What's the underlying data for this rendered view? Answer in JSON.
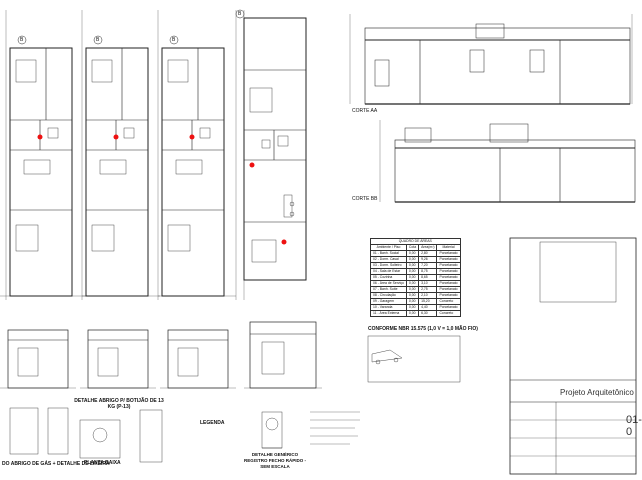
{
  "sheet": {
    "label": "Projeto Arquitetônico",
    "number": "01-0"
  },
  "axes": {
    "bubbles": [
      "B",
      "B",
      "B",
      "B"
    ]
  },
  "sections": {
    "corte_aa_label": "CORTE AA",
    "corte_bb_label": "CORTE BB"
  },
  "table_areas": {
    "title": "QUADRO DE ÁREAS",
    "headers": [
      "Ambiente / Piso",
      "Cota",
      "Área(m²)",
      "Material"
    ],
    "rows": [
      [
        "01 - Banh. Social",
        "0,00",
        "2,80",
        "Porcelanato"
      ],
      [
        "02 - Dorm. Casal",
        "0,00",
        "9,26",
        "Porcelanato"
      ],
      [
        "03 - Dorm. Solteiro",
        "0,00",
        "7,20",
        "Porcelanato"
      ],
      [
        "04 - Sala de Estar",
        "0,00",
        "8,75",
        "Porcelanato"
      ],
      [
        "05 - Cozinha",
        "0,00",
        "8,65",
        "Porcelanato"
      ],
      [
        "06 - Área de Serviço",
        "0,00",
        "3,10",
        "Porcelanato"
      ],
      [
        "07 - Banh. Suíte",
        "0,00",
        "2,75",
        "Porcelanato"
      ],
      [
        "08 - Circulação",
        "0,00",
        "2,10",
        "Porcelanato"
      ],
      [
        "09 - Garagem",
        "0,00",
        "15,20",
        "Concreto"
      ],
      [
        "10 - Varanda",
        "0,00",
        "4,40",
        "Porcelanato"
      ],
      [
        "11 - Área Externa",
        "0,00",
        "6,30",
        "Concreto"
      ]
    ]
  },
  "conforme": "CONFORME NBR 15.575 (1,0 V = 1,0 MÃO FIO)",
  "details": {
    "abrigo": "DETALHE ABRIGO P/ BOTIJÃO DE 13 KG (P-13)",
    "planta_baixa": "PLANTA BAIXA",
    "legenda": "LEGENDA",
    "registro": "DETALHE GENÉRICO REGISTRO FECHO RÁPIDO - SEM ESCALA",
    "lixeira": "DO ABRIGO DE GÁS + DETALHE DE LIXEIRA"
  }
}
